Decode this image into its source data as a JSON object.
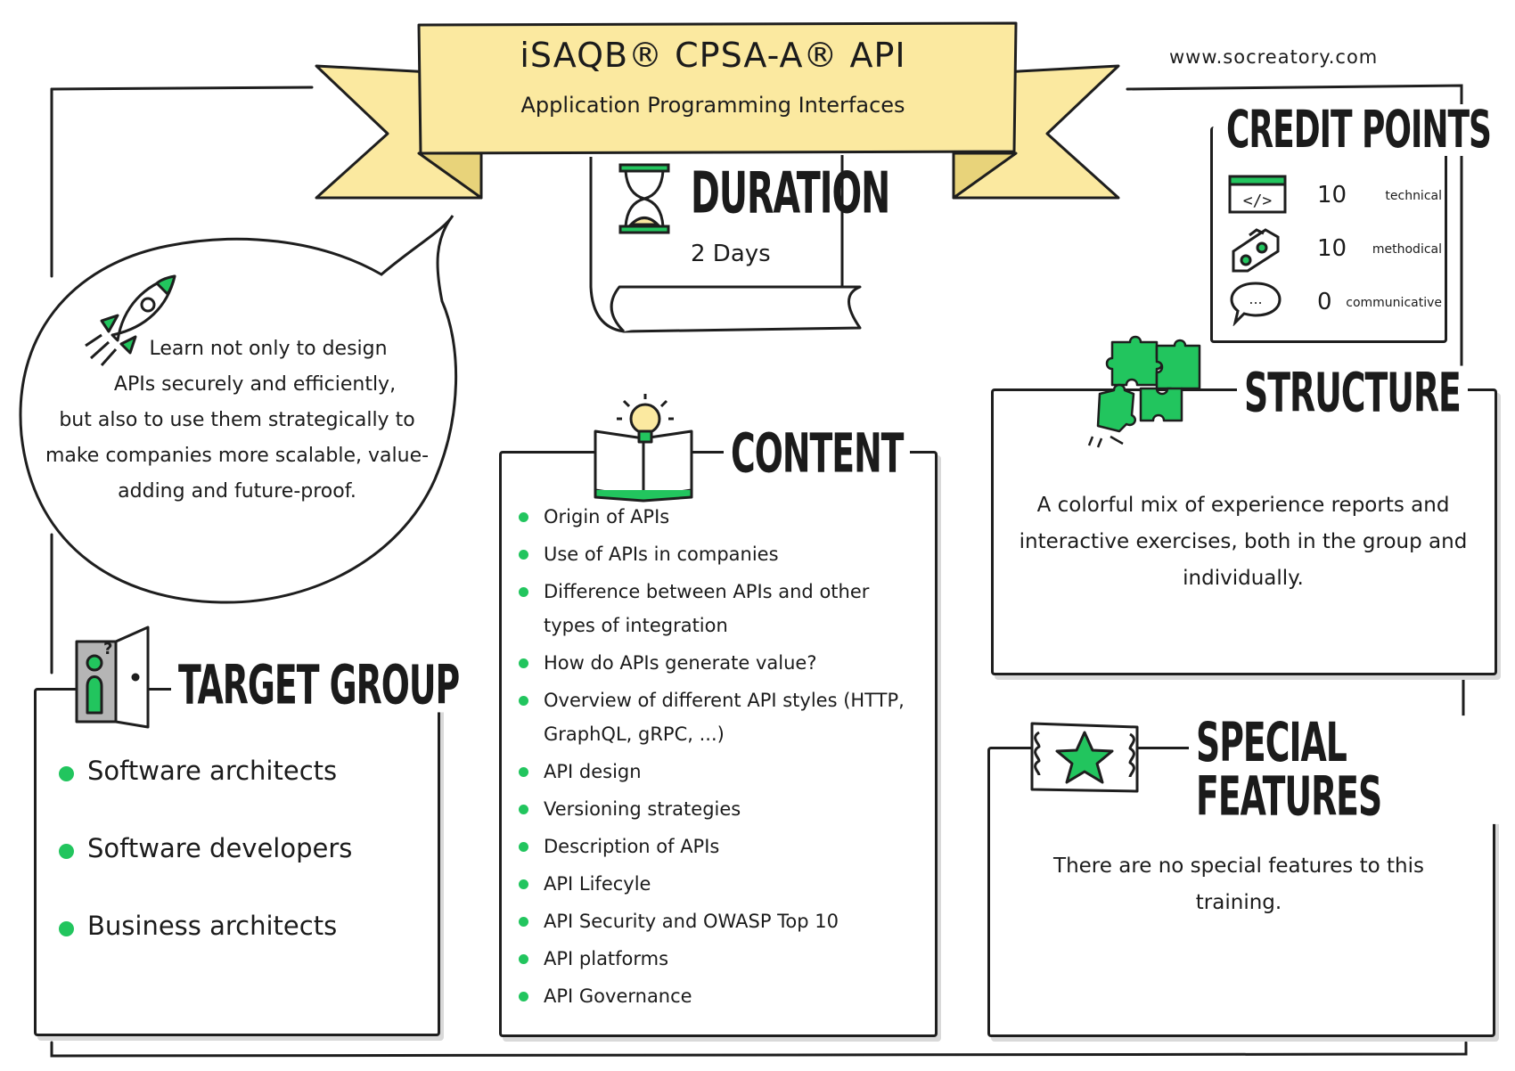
{
  "banner": {
    "title": "iSAQB® CPSA-A® API",
    "subtitle": "Application Programming Interfaces"
  },
  "website": "www.socreatory.com",
  "duration": {
    "heading": "DURATION",
    "value": "2 Days"
  },
  "credit_points": {
    "heading": "CREDIT POINTS",
    "rows": [
      {
        "icon": "code-window-icon",
        "value": "10",
        "label": "technical"
      },
      {
        "icon": "toolbox-icon",
        "value": "10",
        "label": "methodical"
      },
      {
        "icon": "speech-bubble-icon",
        "value": "0",
        "label": "communicative"
      }
    ]
  },
  "intro": {
    "lines": [
      "Learn not only to design",
      "APIs securely and efficiently,",
      "but also to use them strategically to",
      "make companies more scalable, value-",
      "adding and future-proof."
    ]
  },
  "target_group": {
    "heading": "TARGET GROUP",
    "items": [
      "Software architects",
      "Software developers",
      "Business architects"
    ]
  },
  "content": {
    "heading": "CONTENT",
    "items": [
      "Origin of APIs",
      "Use of APIs in companies",
      "Difference between APIs and other types of integration",
      "How do APIs generate value?",
      "Overview of different API styles (HTTP, GraphQL, gRPC, ...)",
      "API design",
      "Versioning strategies",
      "Description of APIs",
      "API Lifecyle",
      "API Security and OWASP Top 10",
      "API platforms",
      "API Governance"
    ]
  },
  "structure": {
    "heading": "STRUCTURE",
    "text": "A colorful mix of experience reports and interactive exercises, both in the group and individually."
  },
  "special_features": {
    "heading": "SPECIAL FEATURES",
    "text": "There are no special features to this training."
  },
  "colors": {
    "accent": "#22c55e",
    "banner": "#fbe9a0",
    "ink": "#1e1e1e"
  }
}
